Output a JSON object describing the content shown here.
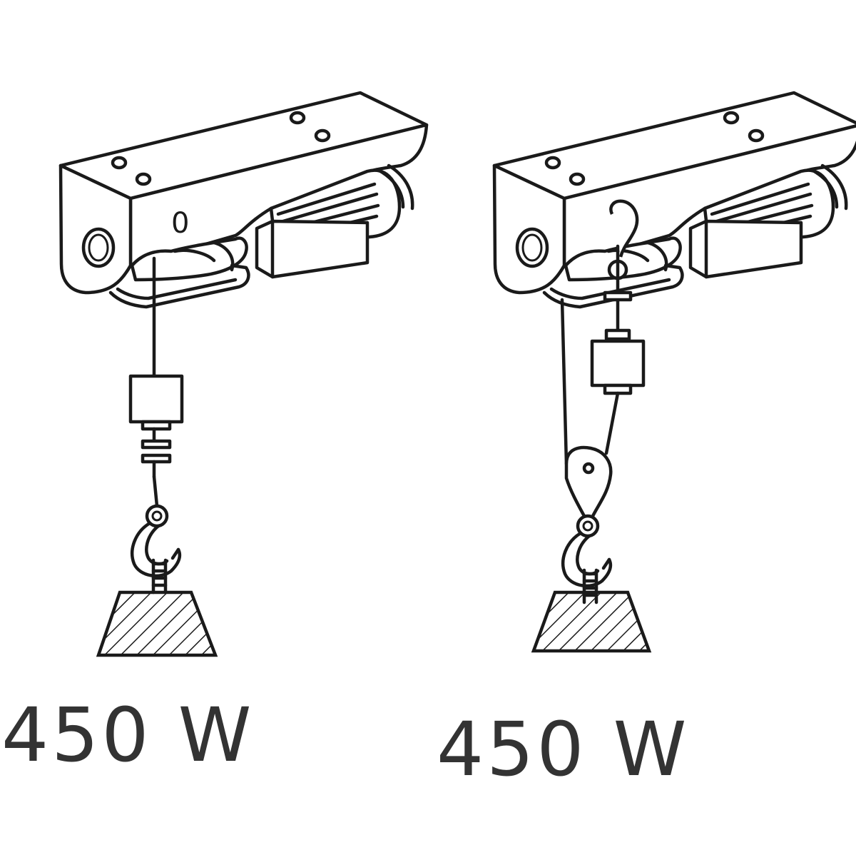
{
  "diagrams": [
    {
      "id": "single-line",
      "caption": "450 W",
      "marking": "0"
    },
    {
      "id": "double-line",
      "caption": "450 W"
    }
  ],
  "colors": {
    "stroke": "#1a1a1a",
    "caption": "#333333",
    "background": "#ffffff"
  }
}
